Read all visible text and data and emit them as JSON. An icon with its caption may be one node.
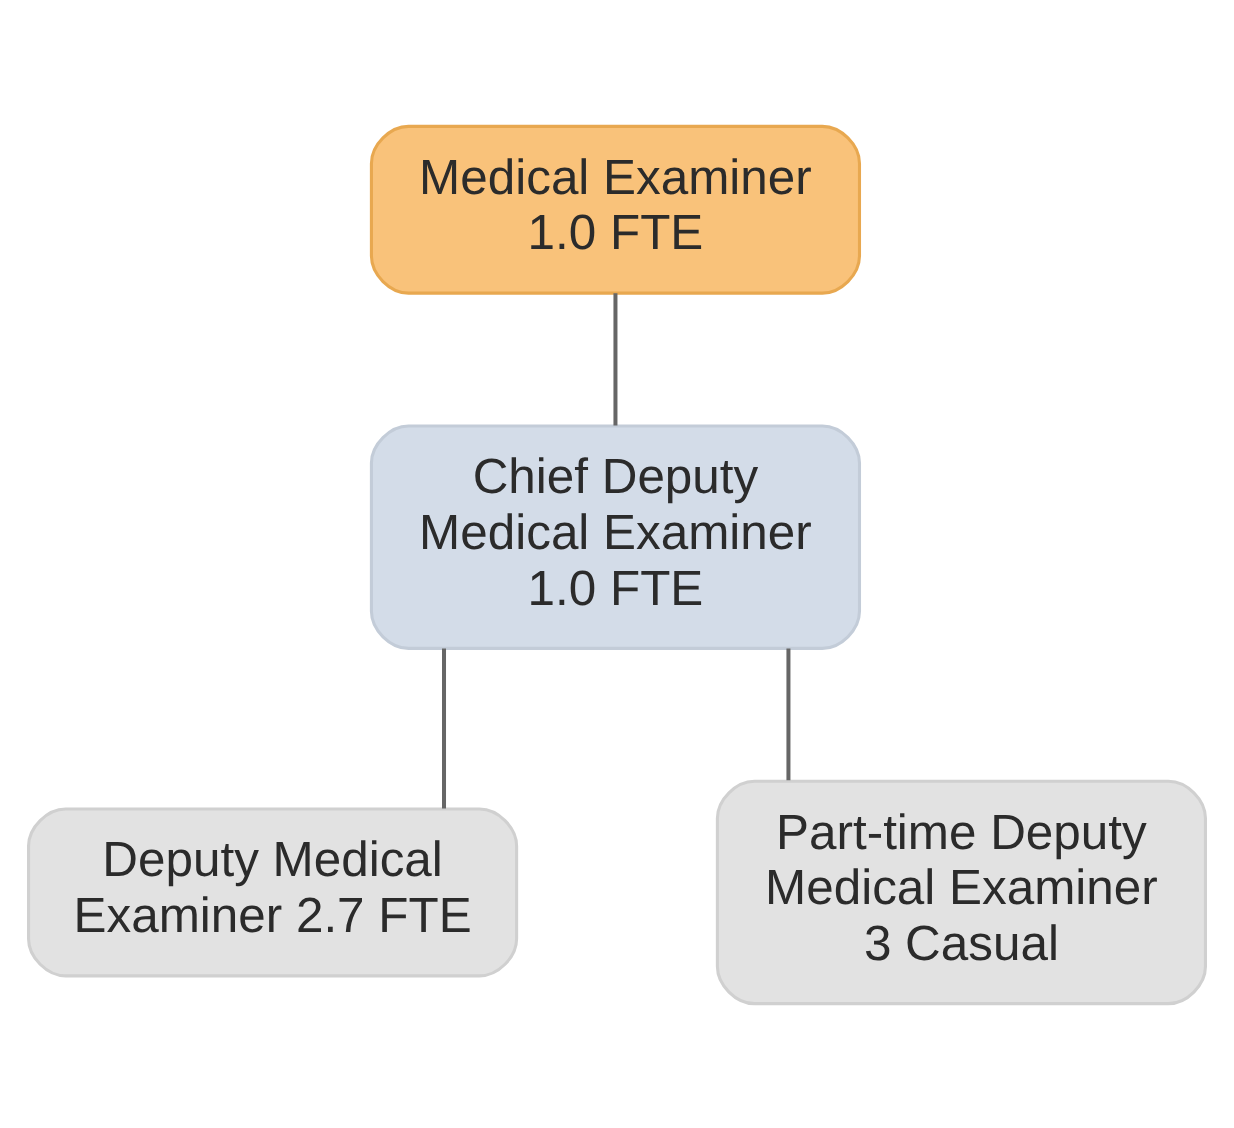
{
  "diagram": {
    "nodes": [
      {
        "text": [
          "Medical Examiner 1.0 FTE"
        ]
      },
      {
        "text": [
          "Chief Deputy Medical Examiner 1.0 FTE"
        ]
      },
      {
        "text": [
          "Deputy Medical Examiner 2.7 FTE"
        ]
      },
      {
        "text": [
          "Part-time Deputy Medical Examiner 3 Casual"
        ]
      }
    ],
    "edges": [
      {
        "from": 0,
        "to": 1,
        "arrow": "none"
      },
      {
        "from": 1,
        "to": 2,
        "arrow": "none"
      },
      {
        "from": 1,
        "to": 3,
        "arrow": "none"
      }
    ]
  }
}
